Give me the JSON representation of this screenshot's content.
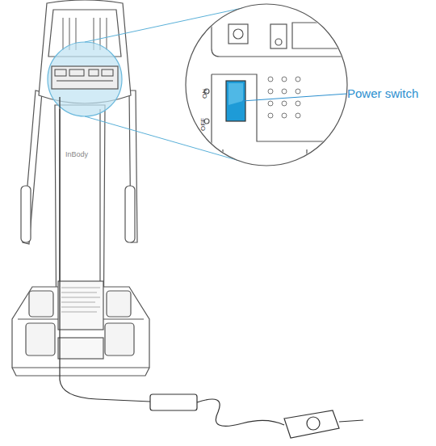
{
  "diagram": {
    "labels": [
      "Power switch",
      "ON",
      "OFF",
      "InBody"
    ]
  }
}
